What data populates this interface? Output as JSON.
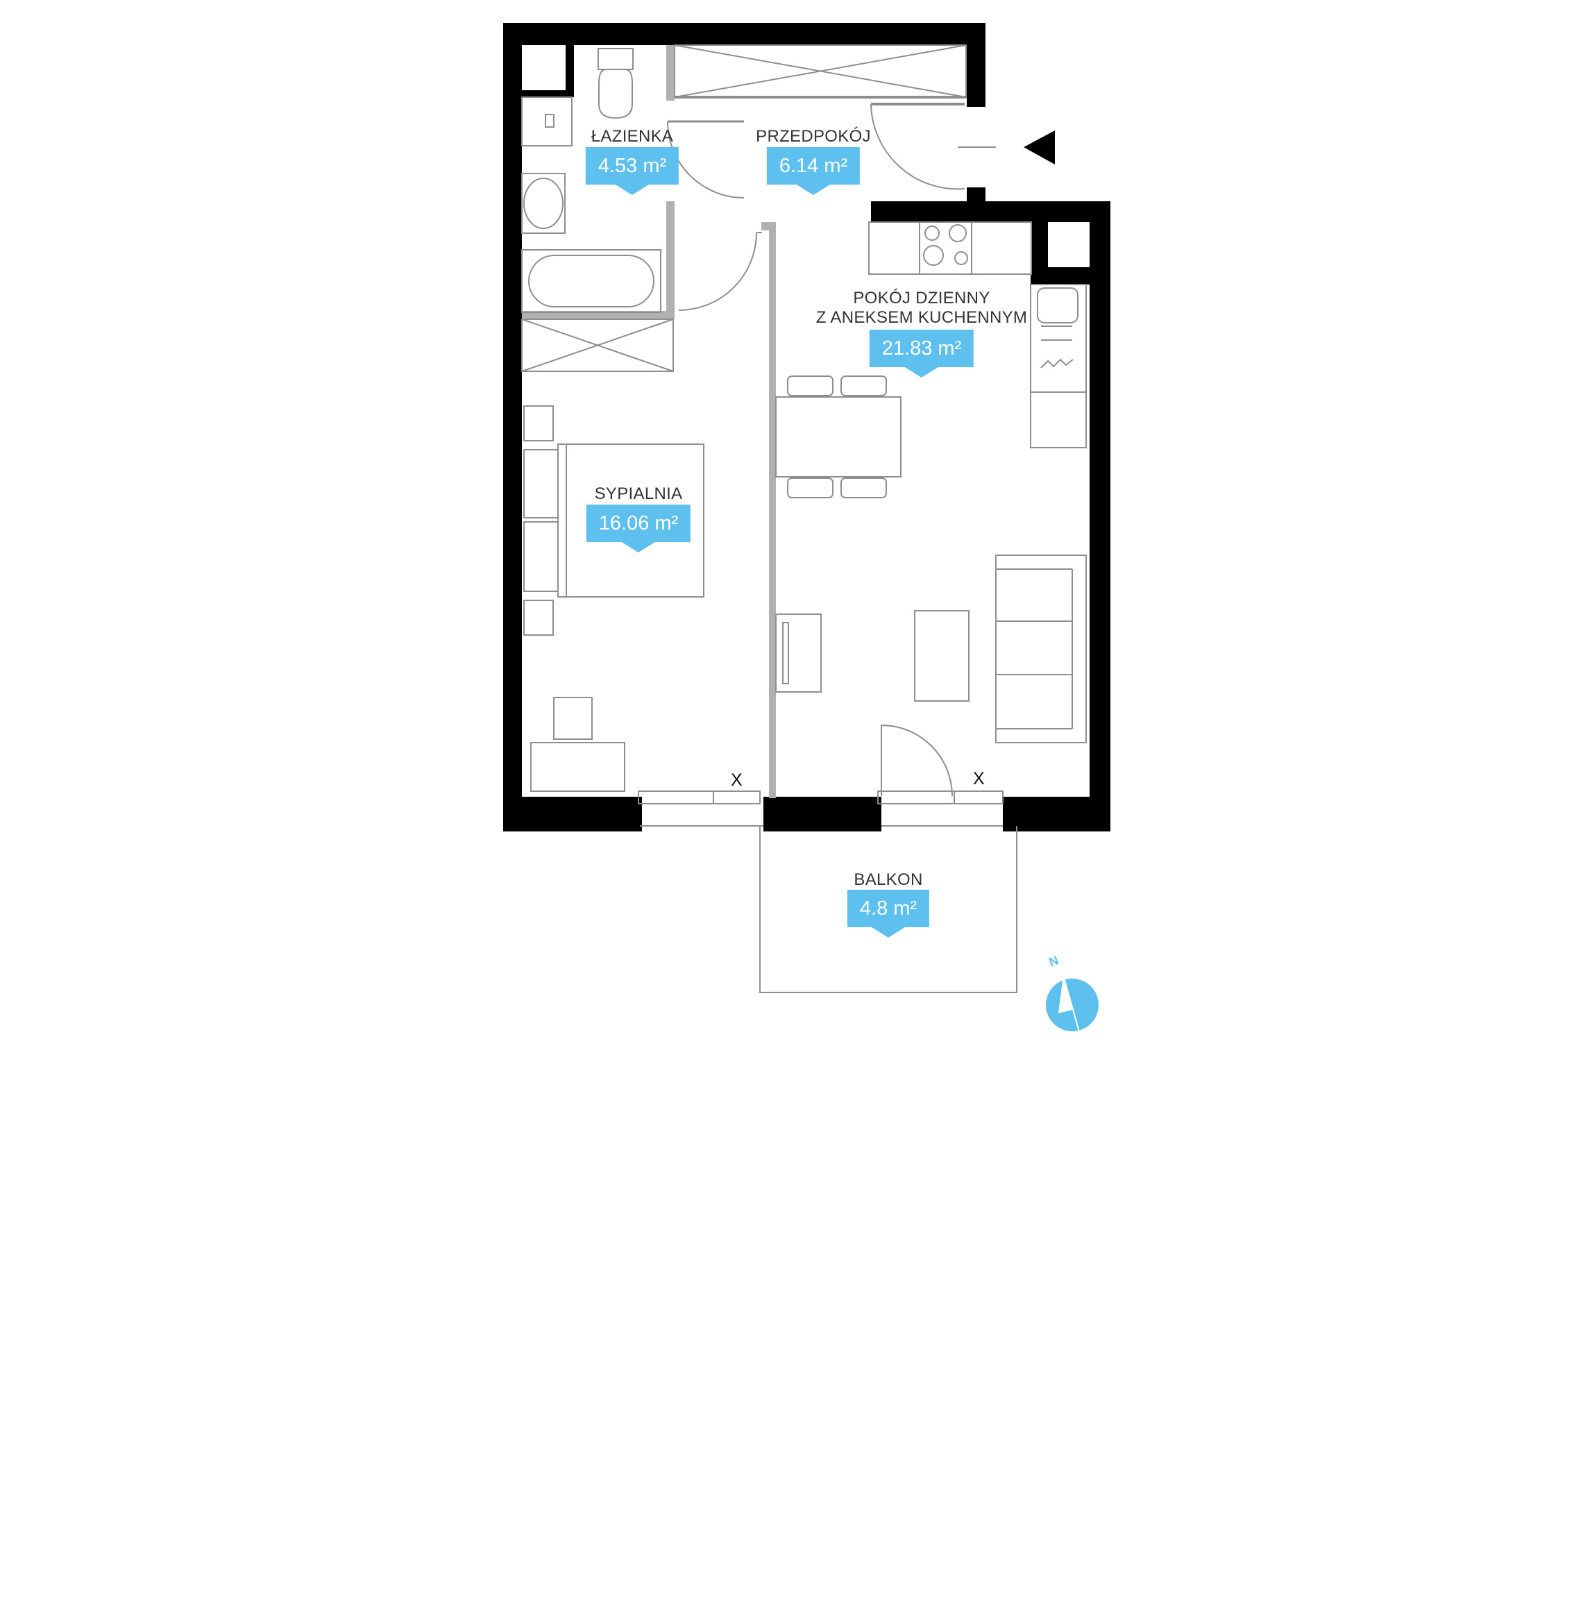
{
  "colors": {
    "wall": "#000000",
    "accent": "#5ec0ef",
    "line": "#8e8e8e",
    "text": "#333333",
    "partition": "#b0b0b0"
  },
  "rooms": {
    "lazienka": {
      "name": "ŁAZIENKA",
      "area": "4.53 m²"
    },
    "przedpokoj": {
      "name": "PRZEDPOKÓJ",
      "area": "6.14 m²"
    },
    "pokoj": {
      "name_line1": "POKÓJ DZIENNY",
      "name_line2": "Z ANEKSEM KUCHENNYM",
      "area": "21.83 m²"
    },
    "sypialnia": {
      "name": "SYPIALNIA",
      "area": "16.06 m²"
    },
    "balkon": {
      "name": "BALKON",
      "area": "4.8 m²"
    }
  },
  "markers": {
    "window_x_left": "X",
    "window_x_right": "X"
  },
  "compass": {
    "label": "N",
    "icon": "compass-icon"
  },
  "entrance": {
    "icon": "entrance-arrow-icon"
  }
}
